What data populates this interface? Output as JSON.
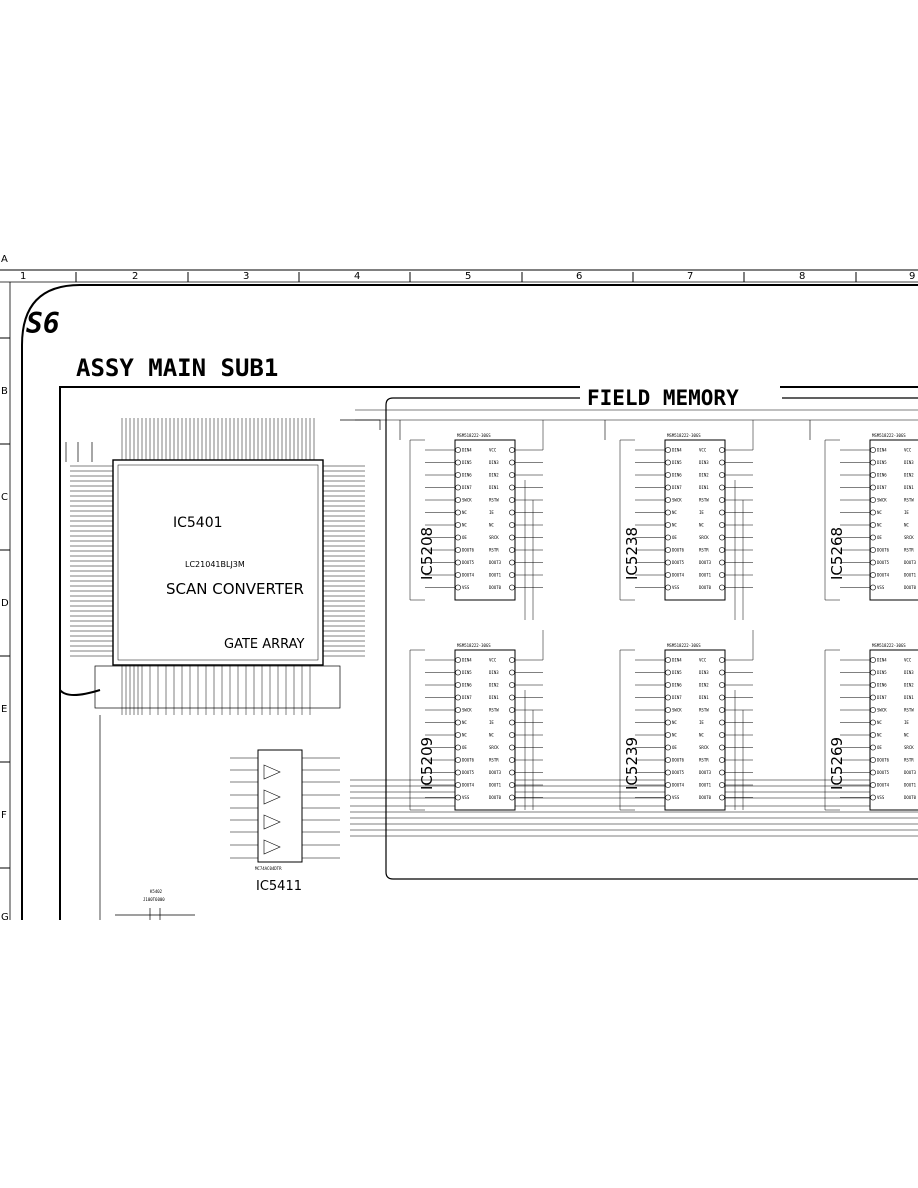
{
  "sheet": {
    "page_code": "S6",
    "title": "ASSY MAIN SUB1",
    "section_title": "FIELD MEMORY",
    "column_numbers": [
      "1",
      "2",
      "3",
      "4",
      "5",
      "6",
      "7",
      "8",
      "9"
    ],
    "row_letters": [
      "A",
      "B",
      "C",
      "D",
      "E",
      "F",
      "G"
    ]
  },
  "main_ic": {
    "ref": "IC5401",
    "part": "LC21041BLJ3M",
    "name": "SCAN CONVERTER",
    "type": "GATE ARRAY"
  },
  "aux_ic": {
    "ref": "IC5411",
    "part": "MC74AC04DTR"
  },
  "jack": {
    "ref": "K5402",
    "part": "J100T6000"
  },
  "memory_ics": [
    {
      "ref": "IC5208",
      "part": "MSM518222-30GS"
    },
    {
      "ref": "IC5209",
      "part": "MSM518222-30GS"
    },
    {
      "ref": "IC5238",
      "part": "MSM518222-30GS"
    },
    {
      "ref": "IC5239",
      "part": "MSM518222-30GS"
    },
    {
      "ref": "IC5268",
      "part": "MSM518222-30GS"
    },
    {
      "ref": "IC5269",
      "part": "MSM518222-30GS"
    }
  ],
  "memory_pins_left": [
    "DIN4",
    "DIN5",
    "DIN6",
    "DIN7",
    "SWCK",
    "NC",
    "NC",
    "OE",
    "DOUT6",
    "DOUT5",
    "DOUT4",
    "VSS"
  ],
  "memory_pins_right": [
    "VCC",
    "DIN3",
    "DIN2",
    "DIN1",
    "RSTW",
    "IE",
    "NC",
    "SRCK",
    "RSTR",
    "DOUT3",
    "DOUT1",
    "DOUT0"
  ],
  "colors": {
    "ink": "#000000",
    "paper": "#ffffff"
  }
}
